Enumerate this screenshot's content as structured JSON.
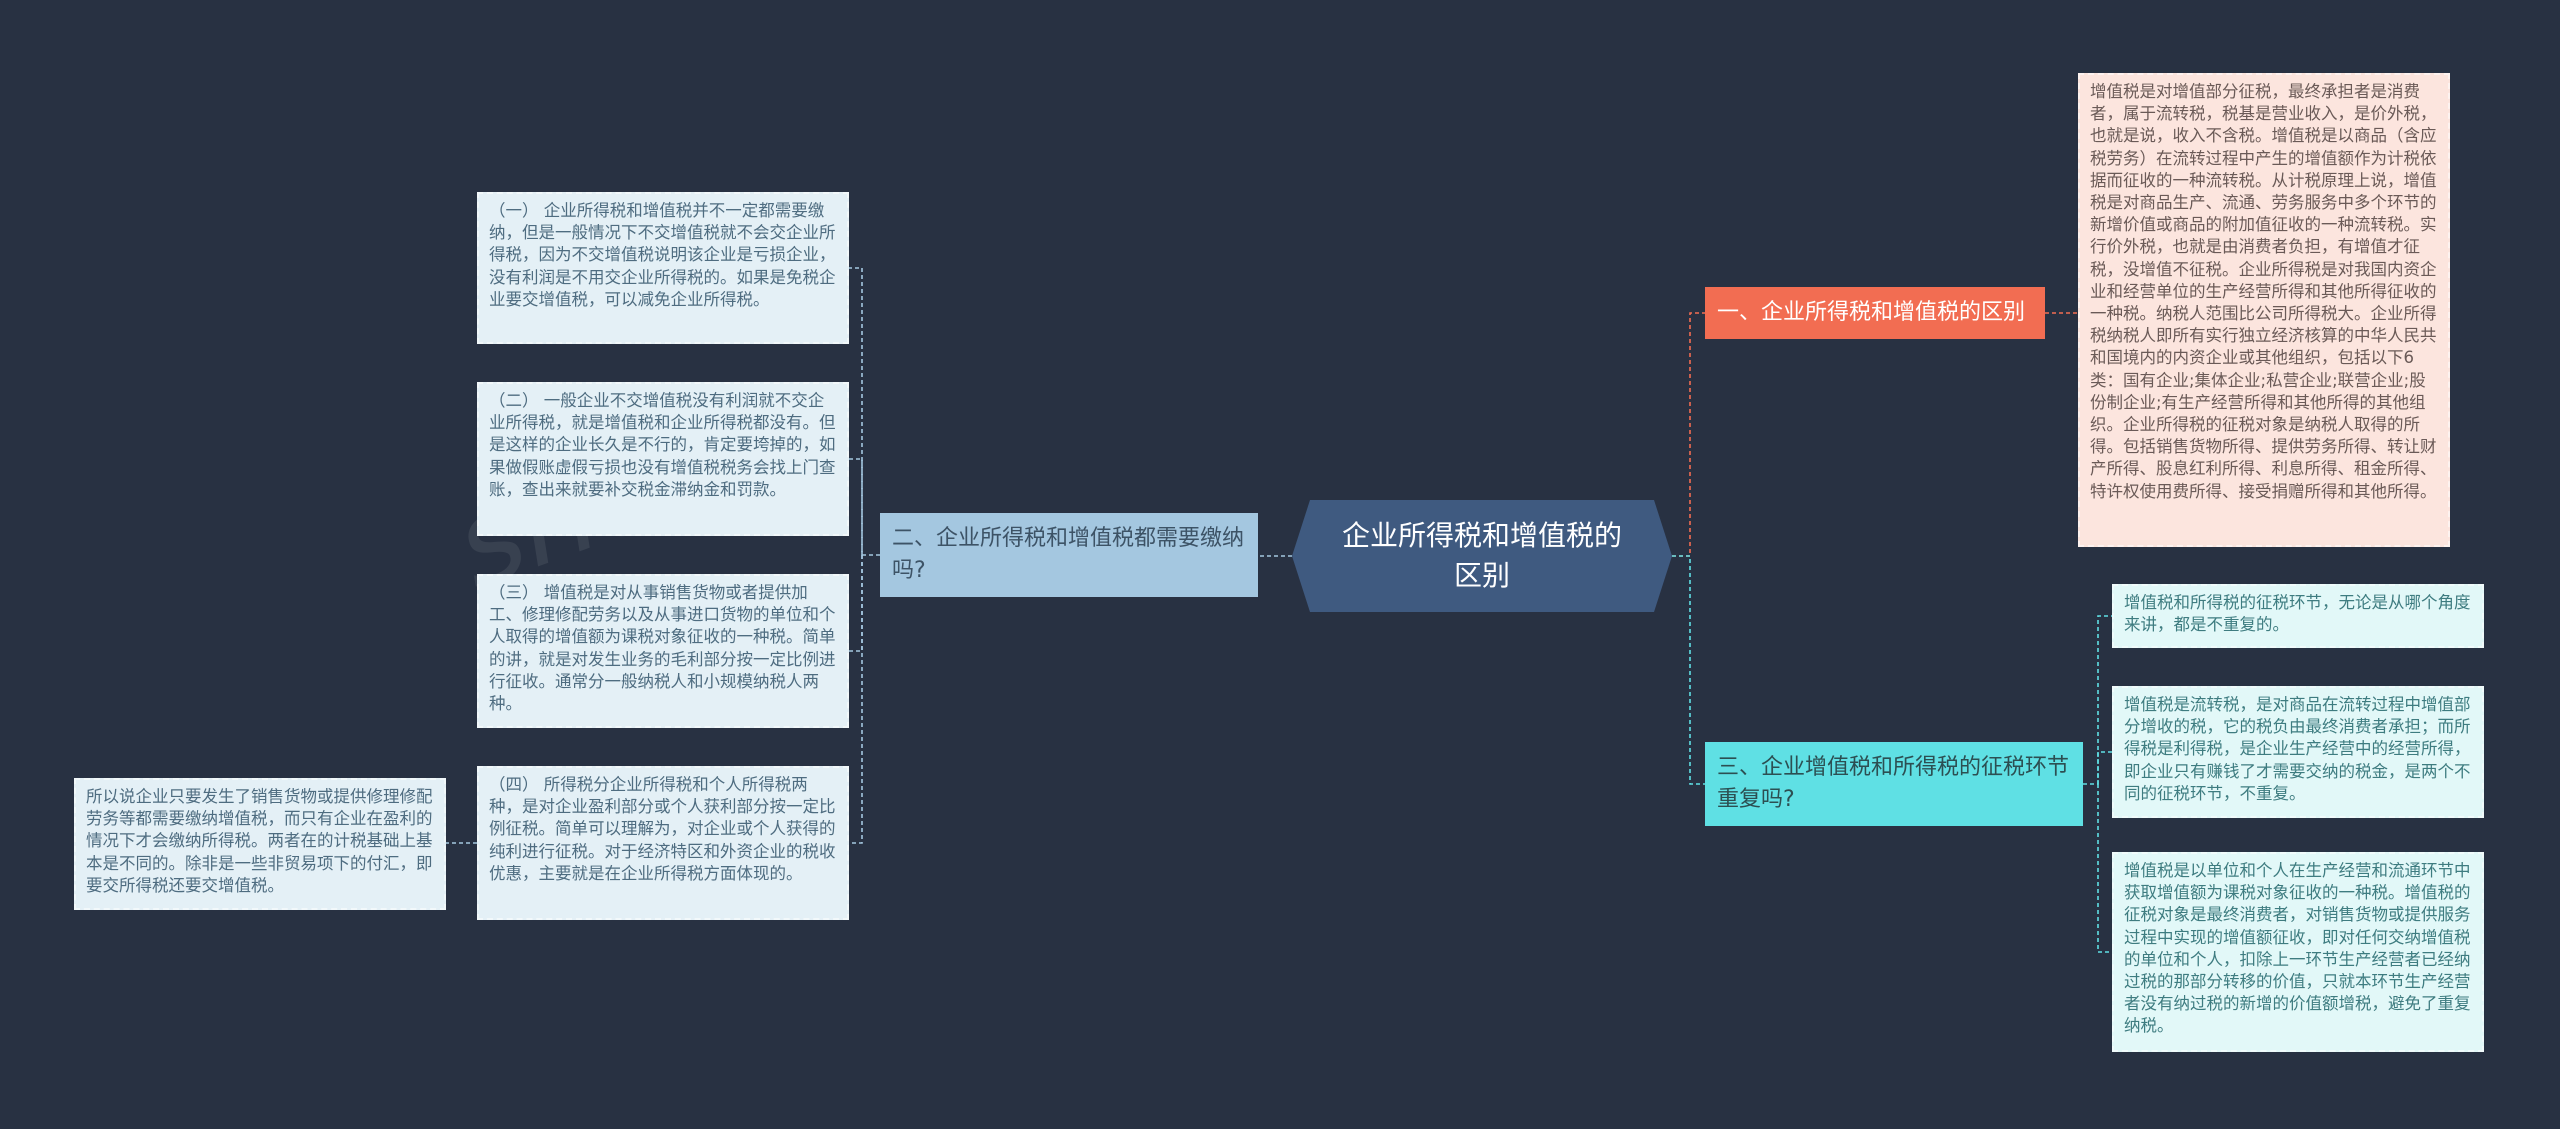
{
  "colors": {
    "background": "#283142",
    "root_fill": "#3f5a80",
    "branch1_fill": "#f26d52",
    "branch2_fill": "#a4c7e0",
    "branch3_fill": "#5fe0e4",
    "leaf_blue": "#e4f0f6",
    "leaf_pink": "#fce5de",
    "leaf_cyan": "#e2f8f8"
  },
  "root": {
    "label": "企业所得税和增值税的区别"
  },
  "branches": {
    "b1": {
      "label": "一、企业所得税和增值税的区别"
    },
    "b2": {
      "label": "二、企业所得税和增值税都需要缴纳吗?"
    },
    "b3": {
      "label": "三、企业增值税和所得税的征税环节重复吗?"
    }
  },
  "leaves": {
    "b1_1": "增值税是对增值部分征税，最终承担者是消费者，属于流转税，税基是营业收入，是价外税，也就是说，收入不含税。增值税是以商品（含应税劳务）在流转过程中产生的增值额作为计税依据而征收的一种流转税。从计税原理上说，增值税是对商品生产、流通、劳务服务中多个环节的新增价值或商品的附加值征收的一种流转税。实行价外税，也就是由消费者负担，有增值才征税，没增值不征税。企业所得税是对我国内资企业和经营单位的生产经营所得和其他所得征收的一种税。纳税人范围比公司所得税大。企业所得税纳税人即所有实行独立经济核算的中华人民共和国境内的内资企业或其他组织，包括以下6类：国有企业;集体企业;私营企业;联营企业;股份制企业;有生产经营所得和其他所得的其他组织。企业所得税的征税对象是纳税人取得的所得。包括销售货物所得、提供劳务所得、转让财产所得、股息红利所得、利息所得、租金所得、特许权使用费所得、接受捐赠所得和其他所得。",
    "b2_1": "（一） 企业所得税和增值税并不一定都需要缴纳，但是一般情况下不交增值税就不会交企业所得税，因为不交增值税说明该企业是亏损企业，没有利润是不用交企业所得税的。如果是免税企业要交增值税，可以减免企业所得税。",
    "b2_2": "（二） 一般企业不交增值税没有利润就不交企业所得税，就是增值税和企业所得税都没有。但是这样的企业长久是不行的，肯定要垮掉的，如果做假账虚假亏损也没有增值税税务会找上门查账，查出来就要补交税金滞纳金和罚款。",
    "b2_3": "（三） 增值税是对从事销售货物或者提供加工、修理修配劳务以及从事进口货物的单位和个人取得的增值额为课税对象征收的一种税。简单的讲，就是对发生业务的毛利部分按一定比例进行征收。通常分一般纳税人和小规模纳税人两种。",
    "b2_4": "（四） 所得税分企业所得税和个人所得税两种，是对企业盈利部分或个人获利部分按一定比例征税。简单可以理解为，对企业或个人获得的纯利进行征税。对于经济特区和外资企业的税收优惠，主要就是在企业所得税方面体现的。",
    "b2_4_1": "所以说企业只要发生了销售货物或提供修理修配劳务等都需要缴纳增值税，而只有企业在盈利的情况下才会缴纳所得税。两者在的计税基础上基本是不同的。除非是一些非贸易项下的付汇，即要交所得税还要交增值税。",
    "b3_1": "增值税和所得税的征税环节，无论是从哪个角度来讲，都是不重复的。",
    "b3_2": "增值税是流转税，是对商品在流转过程中增值部分增收的税，它的税负由最终消费者承担；而所得税是利得税，是企业生产经营中的经营所得，即企业只有赚钱了才需要交纳的税金，是两个不同的征税环节，不重复。",
    "b3_3": "增值税是以单位和个人在生产经营和流通环节中获取增值额为课税对象征收的一种税。增值税的征税对象是最终消费者，对销售货物或提供服务过程中实现的增值额征收，即对任何交纳增值税的单位和个人，扣除上一环节生产经营者已经纳过税的那部分转移的价值，只就本环节生产经营者没有纳过税的新增的价值额增税，避免了重复纳税。"
  }
}
